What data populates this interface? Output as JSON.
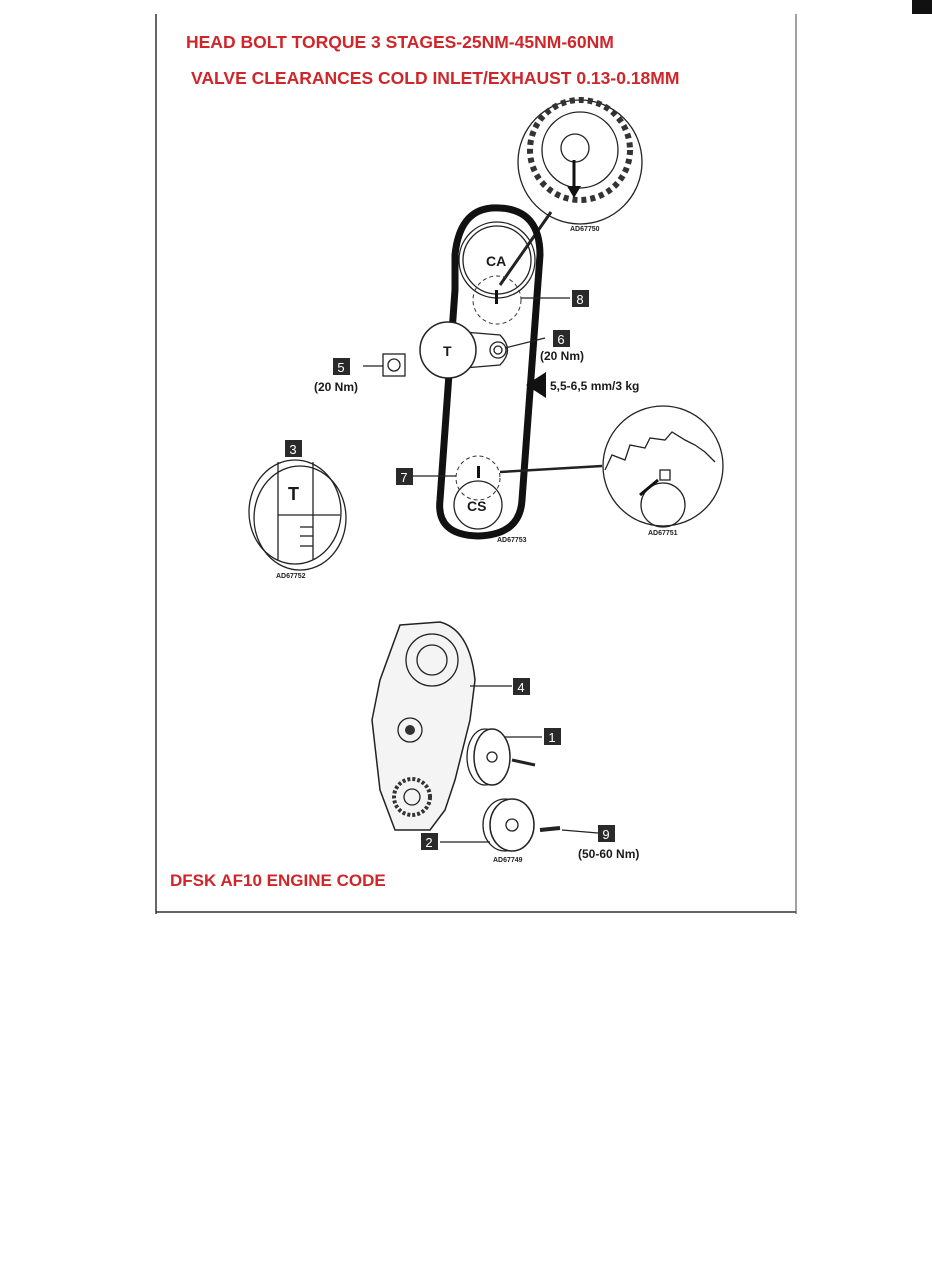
{
  "notes": {
    "head_bolt": "HEAD BOLT TORQUE 3 STAGES-25NM-45NM-60NM",
    "valve_clearance": "VALVE CLEARANCES COLD INLET/EXHAUST 0.13-0.18MM",
    "engine_code": "DFSK AF10 ENGINE CODE"
  },
  "belt_diagram": {
    "camshaft_label": "CA",
    "crankshaft_label": "CS",
    "tensioner_label": "T",
    "callouts": {
      "c3": "3",
      "c5": "5",
      "c6": "6",
      "c7": "7",
      "c8": "8"
    },
    "torque_5": "(20 Nm)",
    "torque_6": "(20 Nm)",
    "tension_spec": "5,5-6,5 mm/3 kg",
    "codes": {
      "cam_detail": "AD67750",
      "belt": "AD67753",
      "crank_detail": "AD67751",
      "tensioner_detail": "AD67752"
    }
  },
  "cover_diagram": {
    "callouts": {
      "c1": "1",
      "c2": "2",
      "c4": "4",
      "c9": "9"
    },
    "torque_9": "(50-60 Nm)",
    "code": "AD67749"
  }
}
